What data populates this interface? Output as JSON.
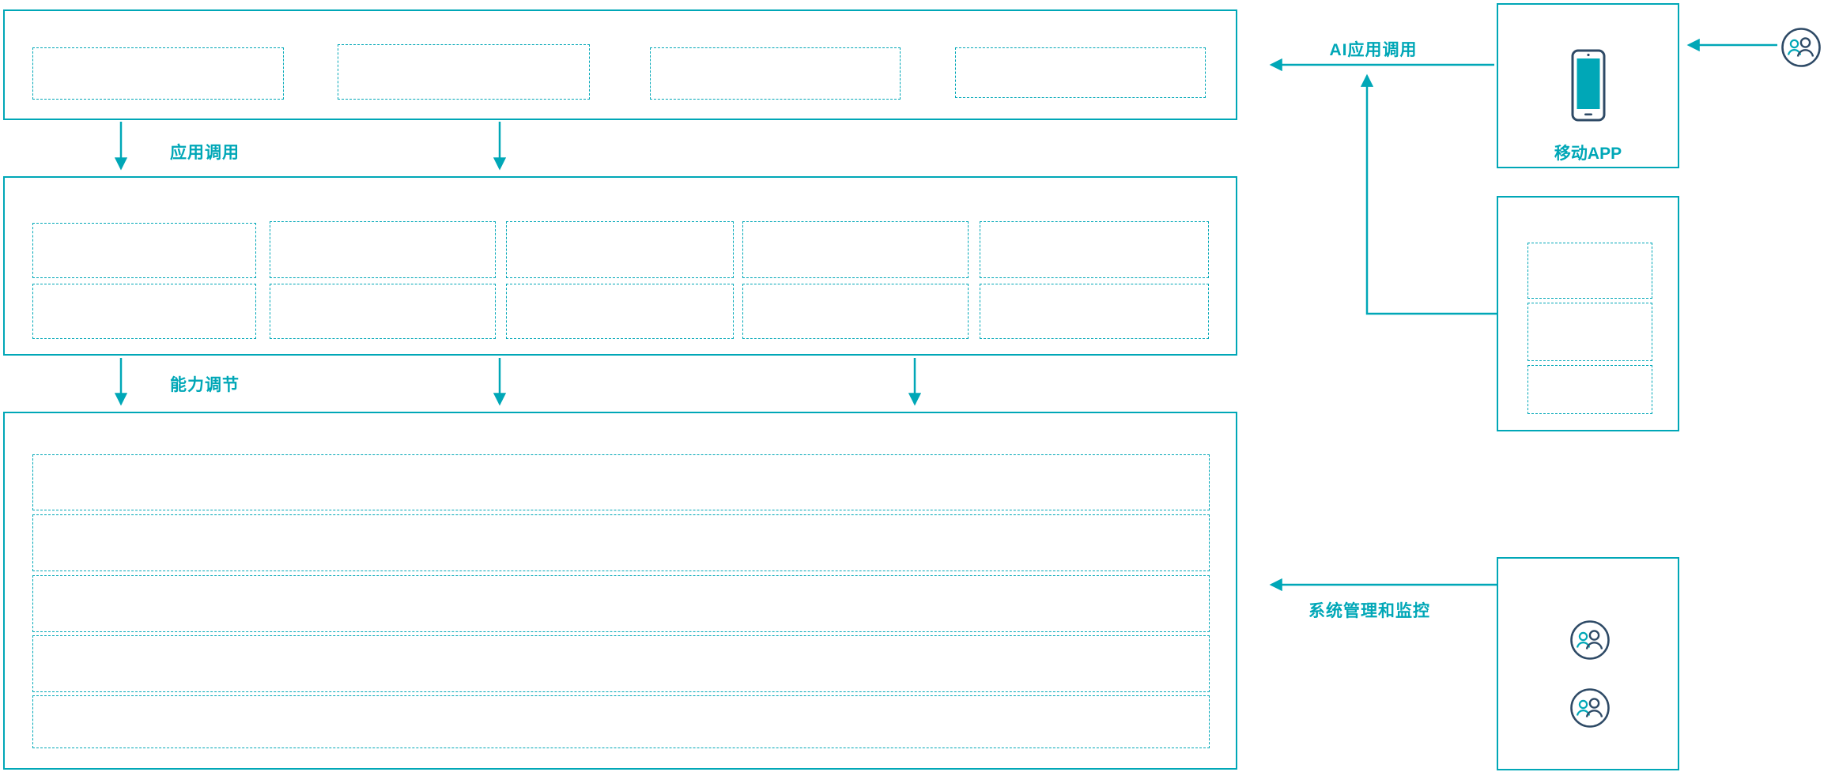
{
  "colors": {
    "accent": "#00a7b7",
    "icon_dark": "#2e4a66",
    "background": "#ffffff"
  },
  "flows": {
    "app_call": "应用调用",
    "capability_adjust": "能力调节",
    "ai_app_call": "AI应用调用",
    "system_monitor": "系统管理和监控"
  },
  "right_panel": {
    "mobile_app_label": "移动APP"
  },
  "icons": {
    "user_group": "users-icon",
    "mobile_phone": "phone-icon"
  }
}
